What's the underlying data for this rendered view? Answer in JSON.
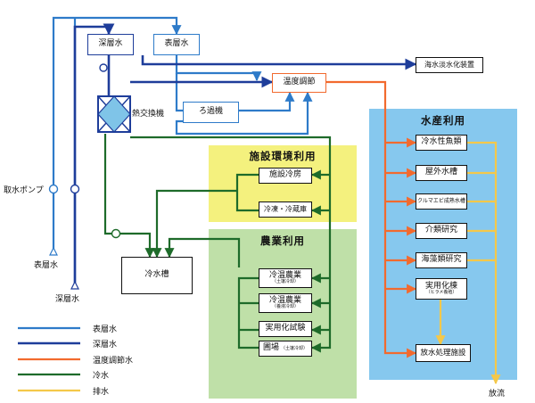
{
  "colors": {
    "surface": "#2E7BC9",
    "deep": "#1E3D9A",
    "temp": "#F26A2E",
    "cold": "#1E6B2A",
    "drain": "#F4C84A",
    "facility_bg": "#F4F17E",
    "agri_bg": "#BFE0A8",
    "aqua_bg": "#86C8EE"
  },
  "boxes": {
    "deep_water": "深層水",
    "surface_water": "表層水",
    "desal": "海水淡水化装置",
    "temp_control": "温度調節",
    "filter": "ろ過機",
    "chiller_tank": "冷水槽"
  },
  "labels": {
    "heat_exchanger": "熱交換機",
    "pump": "取水ポンプ",
    "intake_surface": "表層水",
    "intake_deep": "深層水",
    "discharge": "放流"
  },
  "facility": {
    "title": "施設環境利用",
    "items": [
      {
        "label": "施設冷房"
      },
      {
        "label": "冷凍・冷蔵庫"
      }
    ]
  },
  "agri": {
    "title": "農業利用",
    "items": [
      {
        "label": "冷温農業",
        "sub": "（土壌冷却）"
      },
      {
        "label": "冷温農業",
        "sub": "（養液冷却）"
      },
      {
        "label": "実用化試験",
        "sub": ""
      },
      {
        "label": "圃場",
        "sub": "（土壌冷却）"
      }
    ]
  },
  "aqua": {
    "title": "水産利用",
    "items": [
      {
        "label": "冷水性魚類",
        "sub": ""
      },
      {
        "label": "屋外水槽",
        "sub": ""
      },
      {
        "label": "クルマエビ成熟水槽",
        "sub": ""
      },
      {
        "label": "介類研究",
        "sub": ""
      },
      {
        "label": "海藻類研究",
        "sub": ""
      },
      {
        "label": "実用化棟",
        "sub": "（ヒラメ養殖）"
      }
    ],
    "treatment": "放水処理施設"
  },
  "legend": [
    {
      "label": "表層水",
      "color_key": "surface"
    },
    {
      "label": "深層水",
      "color_key": "deep"
    },
    {
      "label": "温度調節水",
      "color_key": "temp"
    },
    {
      "label": "冷水",
      "color_key": "cold"
    },
    {
      "label": "排水",
      "color_key": "drain"
    }
  ]
}
